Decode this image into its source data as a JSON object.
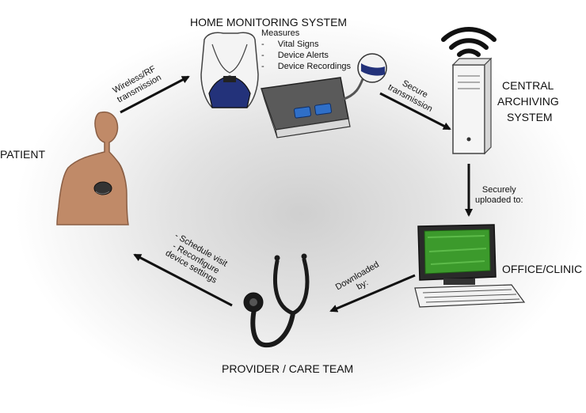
{
  "nodes": {
    "home_monitoring": {
      "title": "HOME MONITORING SYSTEM",
      "measures_label": "Measures",
      "measures": [
        "Vital Signs",
        "Device Alerts",
        "Device Recordings"
      ],
      "bullet": "-"
    },
    "central_archiving": {
      "line1": "CENTRAL",
      "line2": "ARCHIVING",
      "line3": "SYSTEM"
    },
    "office_clinic": {
      "title": "OFFICE/CLINIC"
    },
    "provider": {
      "title": "PROVIDER / CARE TEAM"
    },
    "patient": {
      "title": "PATIENT"
    }
  },
  "edges": {
    "patient_to_home": {
      "line1": "Wireless/RF",
      "line2": "transmission"
    },
    "home_to_archive": {
      "line1": "Secure",
      "line2": "transmission"
    },
    "archive_to_office": {
      "line1": "Securely",
      "line2": "uploaded to:"
    },
    "office_to_provider": {
      "line1": "Downloaded",
      "line2": "by:"
    },
    "provider_to_patient": {
      "line1": "- Schedule visit",
      "line2": "- Reconfigure",
      "line3": "device settings"
    }
  },
  "colors": {
    "arrow": "#111111",
    "skin": "#c08a68",
    "monitor_screen": "#3c9a2c",
    "strap_blue": "#23327a",
    "device_body": "#5a5a5a",
    "button_blue": "#2f6fc8"
  }
}
